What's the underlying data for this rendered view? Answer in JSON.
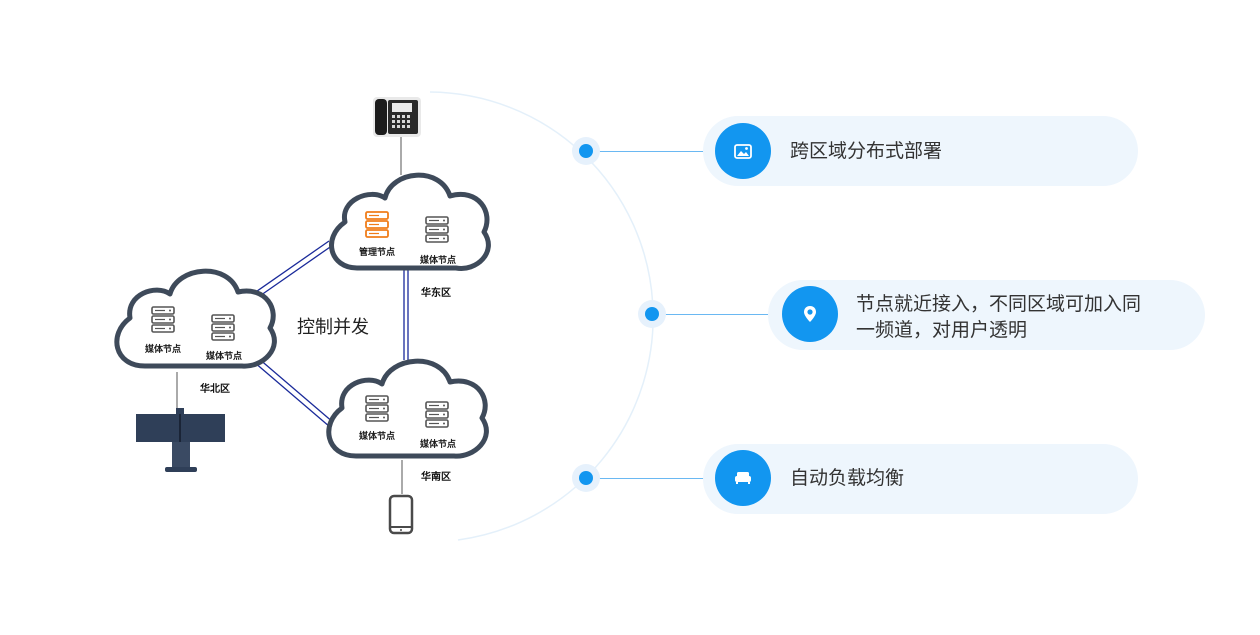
{
  "diagram": {
    "control_label": "控制并发",
    "regions": {
      "north": {
        "name": "华北区",
        "nodes": [
          "媒体节点",
          "媒体节点"
        ]
      },
      "east": {
        "name": "华东区",
        "nodes": [
          "管理节点",
          "媒体节点"
        ]
      },
      "south": {
        "name": "华南区",
        "nodes": [
          "媒体节点",
          "媒体节点"
        ]
      }
    },
    "devices": [
      "desk-phone-icon",
      "video-terminal-icon",
      "smartphone-icon"
    ]
  },
  "features": [
    {
      "icon": "image-icon",
      "text": "跨区域分布式部署"
    },
    {
      "icon": "location-pin-icon",
      "text_line1": "节点就近接入，不同区域可加入同",
      "text_line2": "一频道，对用户透明"
    },
    {
      "icon": "sofa-icon",
      "text": "自动负载均衡"
    }
  ],
  "colors": {
    "accent": "#1296f0",
    "pill": "#eef6fd",
    "cloud_stroke": "#3e4a5a",
    "link": "#1a2a9a",
    "mgmt_server": "#f07d1a"
  }
}
